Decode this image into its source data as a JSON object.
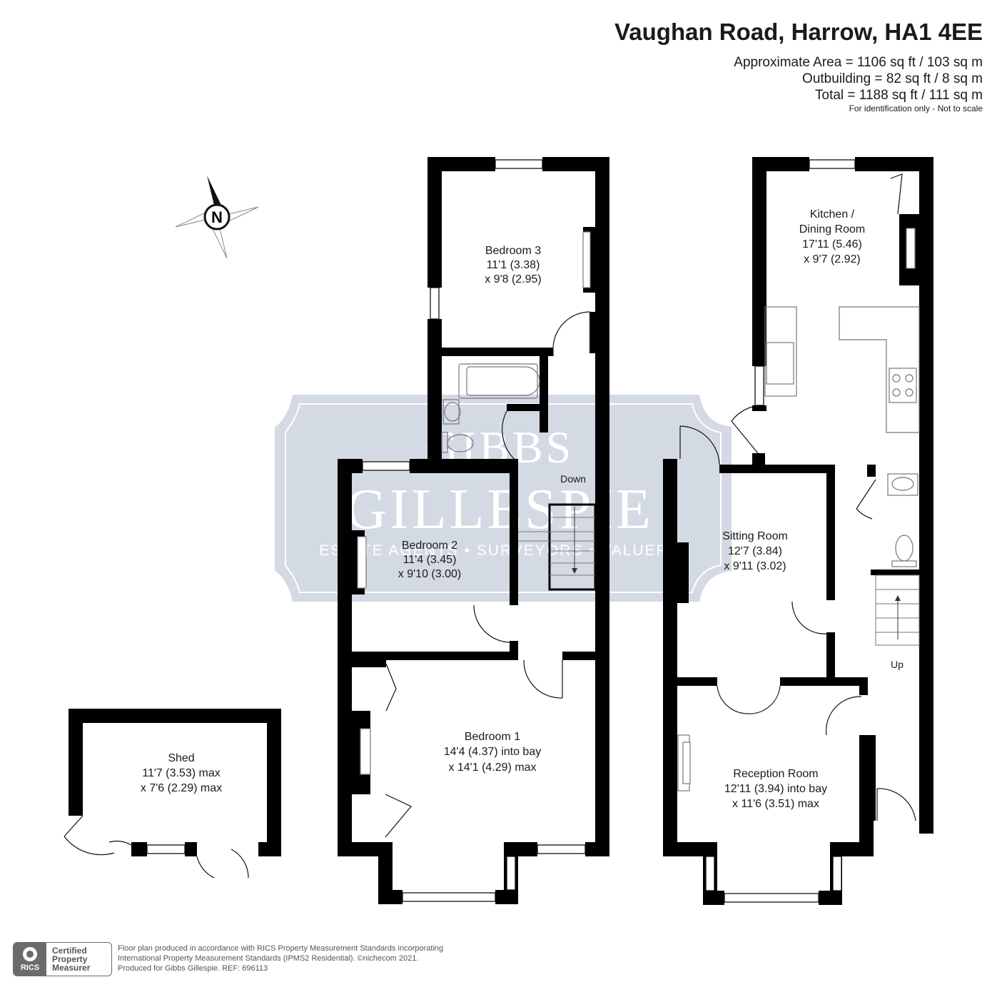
{
  "header": {
    "title": "Vaughan Road, Harrow, HA1 4EE",
    "approximate_area": "Approximate Area = 1106 sq ft / 103 sq m",
    "outbuilding": "Outbuilding = 82 sq ft / 8 sq m",
    "total": "Total = 1188 sq ft / 111 sq m",
    "note": "For identification only - Not to scale"
  },
  "compass": {
    "letter": "N",
    "icon": "compass-icon"
  },
  "watermark": {
    "line1": "GIBBS",
    "line2": "GILLESPIE",
    "line3": "ESTATE AGENTS • SURVEYORS • VALUERS",
    "color": "#ccd4df"
  },
  "rooms": {
    "bedroom3": {
      "name": "Bedroom 3",
      "dim1": "11'1 (3.38)",
      "dim2": "x 9'8 (2.95)"
    },
    "bedroom2": {
      "name": "Bedroom 2",
      "dim1": "11'4 (3.45)",
      "dim2": "x 9'10 (3.00)"
    },
    "bedroom1": {
      "name": "Bedroom 1",
      "dim1": "14'4 (4.37) into bay",
      "dim2": "x 14'1 (4.29) max"
    },
    "kitchen": {
      "name1": "Kitchen /",
      "name2": "Dining Room",
      "dim1": "17'11 (5.46)",
      "dim2": "x 9'7 (2.92)"
    },
    "sitting": {
      "name": "Sitting Room",
      "dim1": "12'7 (3.84)",
      "dim2": "x 9'11 (3.02)"
    },
    "reception": {
      "name": "Reception Room",
      "dim1": "12'11 (3.94) into bay",
      "dim2": "x 11'6 (3.51) max"
    },
    "shed": {
      "name": "Shed",
      "dim1": "11'7 (3.53) max",
      "dim2": "x 7'6 (2.29) max"
    }
  },
  "stairs": {
    "down": "Down",
    "up": "Up"
  },
  "footer": {
    "rics": "RICS",
    "certified": [
      "Certified",
      "Property",
      "Measurer"
    ],
    "line1": "Floor plan produced in accordance with RICS Property Measurement Standards incorporating",
    "line2": "International Property Measurement Standards (IPMS2 Residential).   ©nichecom 2021.",
    "line3": "Produced for Gibbs Gillespie.   REF:  696113"
  },
  "colors": {
    "wall": "#000000",
    "fixture_stroke": "#777777",
    "text": "#1a1a1a",
    "logo_grey": "#6b6b6b"
  }
}
